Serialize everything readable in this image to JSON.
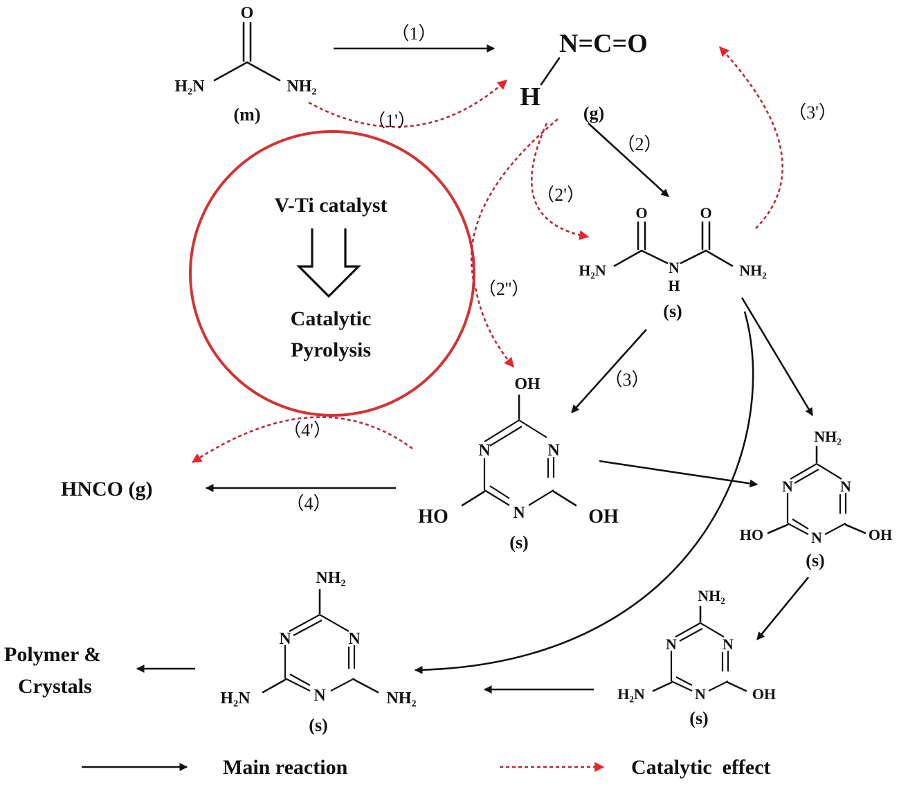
{
  "catalyst": {
    "name": "V-Ti catalyst",
    "process_line1": "Catalytic",
    "process_line2": "Pyrolysis"
  },
  "species": {
    "urea_label": "(m)",
    "urea_nh2_left": "H₂N",
    "urea_nh2_right": "NH₂",
    "urea_o": "O",
    "hnco_formula": "N=C=O",
    "hnco_h": "H",
    "hnco_state": "(g)",
    "biuret_state": "(s)",
    "biuret_nh2_left": "H₂N",
    "biuret_nh2_right": "NH₂",
    "biuret_nh": "N",
    "biuret_h": "H",
    "biuret_o1": "O",
    "biuret_o2": "O",
    "cya_oh_top": "OH",
    "cya_oh_left": "HO",
    "cya_oh_right": "OH",
    "cya_state": "(s)",
    "ammelide_nh2": "NH₂",
    "ammelide_oh_left": "HO",
    "ammelide_oh_right": "OH",
    "ammelide_state": "(s)",
    "ammeline_nh2_top": "NH₂",
    "ammeline_nh2_left": "H₂N",
    "ammeline_oh": "OH",
    "ammeline_state": "(s)",
    "melamine_nh2_top": "NH₂",
    "melamine_nh2_left": "H₂N",
    "melamine_nh2_right": "NH₂",
    "melamine_state": "(s)",
    "ring_n": "N",
    "hnco_product": "HNCO (g)",
    "polymer_line1": "Polymer &",
    "polymer_line2": "Crystals"
  },
  "steps": {
    "s1": "（1）",
    "s1p": "（1'）",
    "s2": "（2）",
    "s2p": "（2'）",
    "s2pp": "（2''）",
    "s3": "（3）",
    "s3p": "（3'）",
    "s4": "（4）",
    "s4p": "（4'）"
  },
  "legend": {
    "main_label": "Main reaction",
    "catalytic_label": "Catalytic  effect"
  },
  "colors": {
    "main_arrow": "#111111",
    "catalytic_arrow": "#e8262b",
    "catalytic_dash": "#b8283a",
    "catalyst_circle": "#d43333"
  }
}
